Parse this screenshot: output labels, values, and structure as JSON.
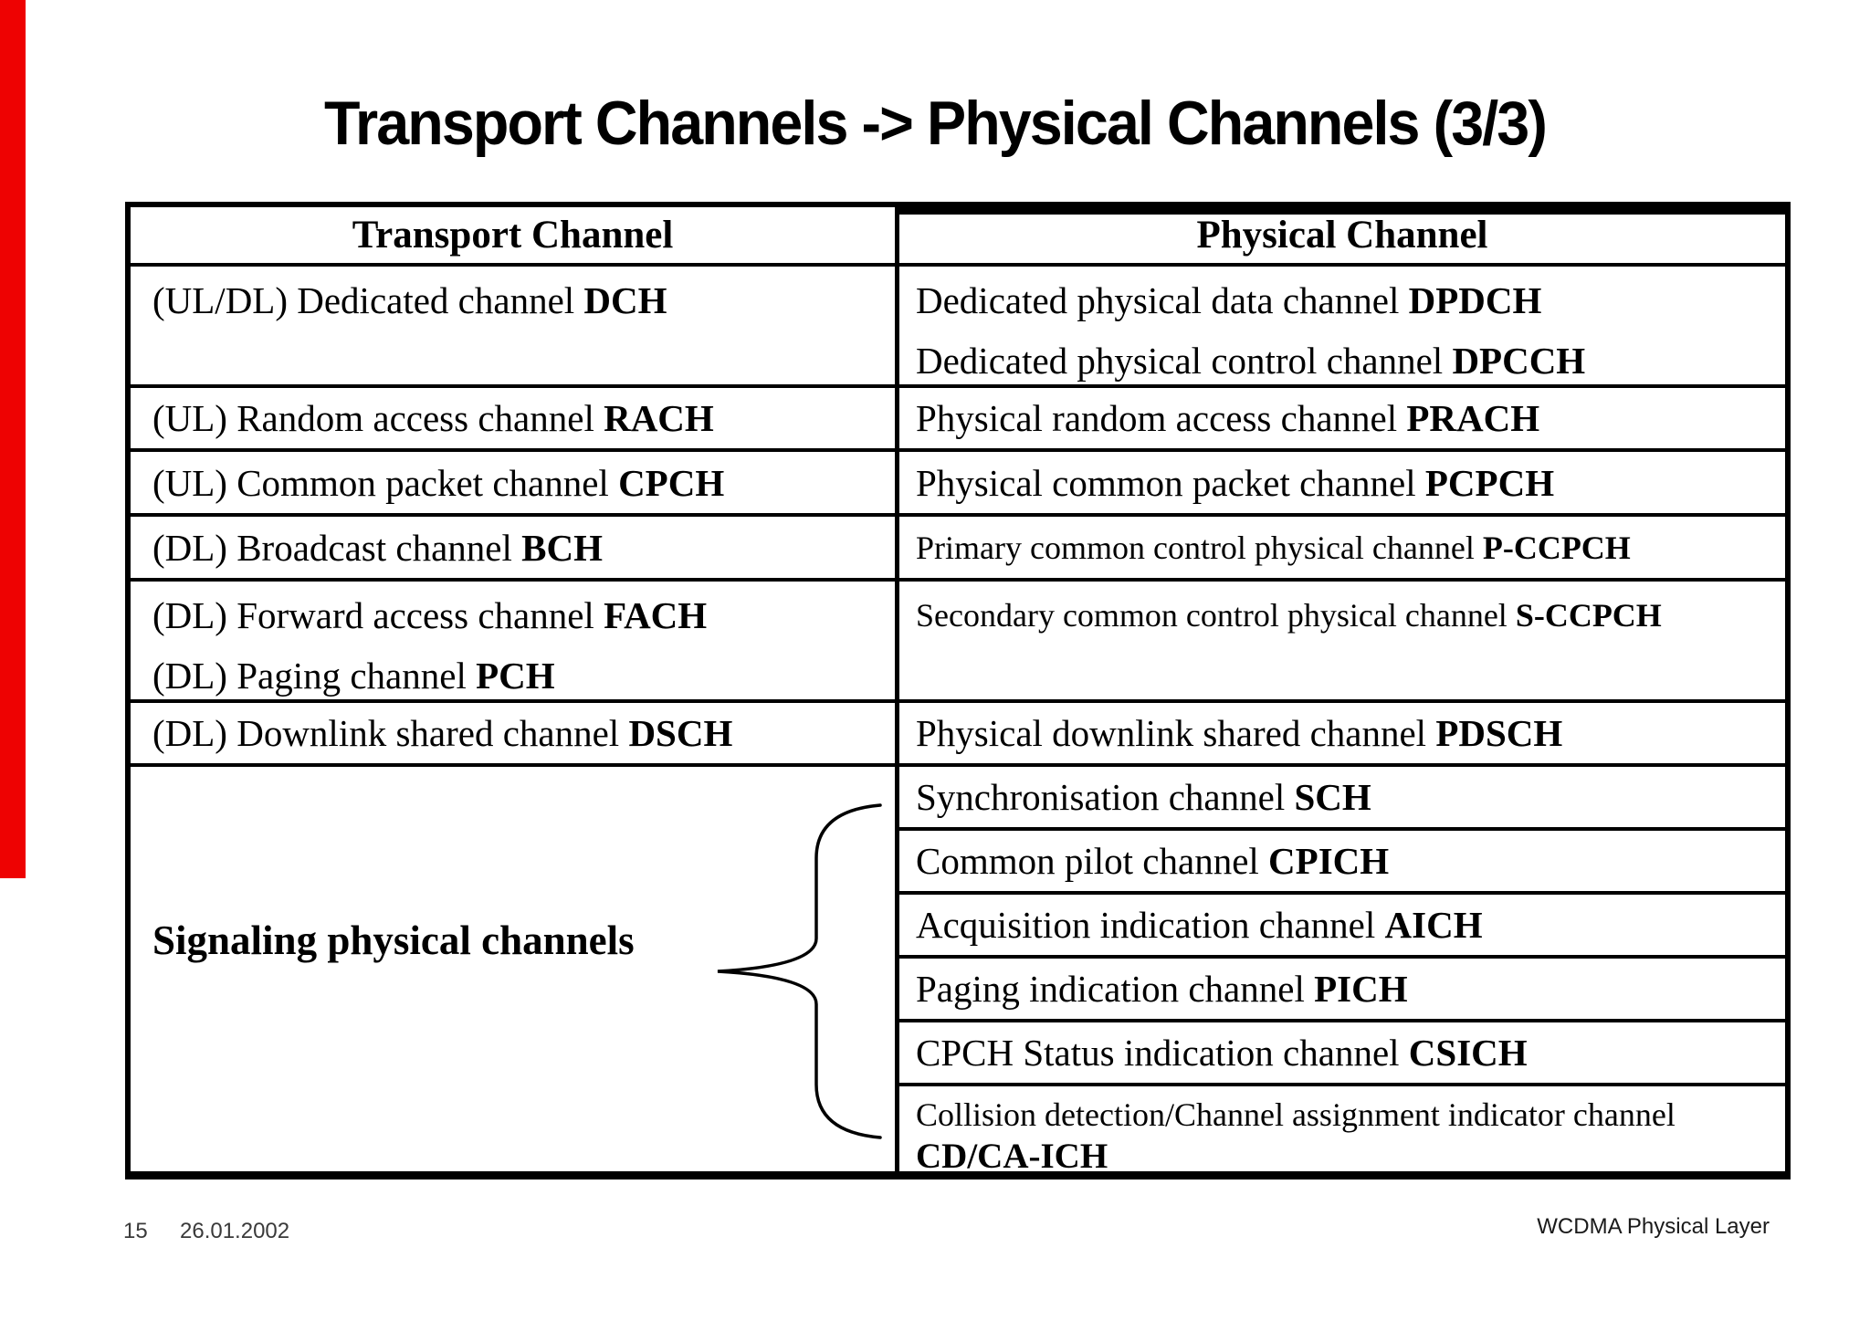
{
  "slide": {
    "title": "Transport Channels -> Physical Channels (3/3)",
    "footer": {
      "page_number": "15",
      "date": "26.01.2002",
      "course_label": "WCDMA Physical Layer"
    },
    "colors": {
      "accent_red": "#ee0202",
      "text": "#000000",
      "footer_gray": "#3a3a3a"
    }
  },
  "table": {
    "headers": [
      "Transport Channel",
      "Physical Channel"
    ],
    "rows": [
      {
        "left_lines": [
          {
            "text": "(UL/DL) Dedicated channel ",
            "acronym": "DCH"
          }
        ],
        "right_lines": [
          {
            "text": "Dedicated physical data channel ",
            "acronym": "DPDCH"
          },
          {
            "text": "Dedicated physical control channel ",
            "acronym": "DPCCH"
          }
        ]
      },
      {
        "left_lines": [
          {
            "text": "(UL) Random access channel ",
            "acronym": "RACH"
          }
        ],
        "right_lines": [
          {
            "text": "Physical random access channel ",
            "acronym": "PRACH"
          }
        ]
      },
      {
        "left_lines": [
          {
            "text": "(UL) Common packet channel ",
            "acronym": "CPCH"
          }
        ],
        "right_lines": [
          {
            "text": "Physical common packet channel ",
            "acronym": "PCPCH"
          }
        ]
      },
      {
        "left_lines": [
          {
            "text": "(DL) Broadcast channel ",
            "acronym": "BCH"
          }
        ],
        "right_lines": [
          {
            "text": "Primary common control physical channel ",
            "acronym": "P-CCPCH"
          }
        ]
      },
      {
        "left_lines": [
          {
            "text": "(DL) Forward access channel ",
            "acronym": "FACH"
          },
          {
            "text": "(DL) Paging channel ",
            "acronym": "PCH"
          }
        ],
        "right_lines": [
          {
            "text": "Secondary common control physical channel ",
            "acronym": "S-CCPCH"
          }
        ]
      },
      {
        "left_lines": [
          {
            "text": "(DL) Downlink shared channel ",
            "acronym": "DSCH"
          }
        ],
        "right_lines": [
          {
            "text": "Physical downlink shared channel ",
            "acronym": "PDSCH"
          }
        ]
      }
    ],
    "signaling": {
      "label": "Signaling physical channels",
      "channels": [
        {
          "text": "Synchronisation channel ",
          "acronym": "SCH"
        },
        {
          "text": "Common pilot channel ",
          "acronym": "CPICH"
        },
        {
          "text": "Acquisition indication channel ",
          "acronym": "AICH"
        },
        {
          "text": "Paging indication channel ",
          "acronym": "PICH"
        },
        {
          "text": "CPCH Status indication channel ",
          "acronym": "CSICH"
        },
        {
          "text": "Collision detection/Channel assignment indicator channel",
          "acronym": "CD/CA-ICH"
        }
      ]
    }
  }
}
